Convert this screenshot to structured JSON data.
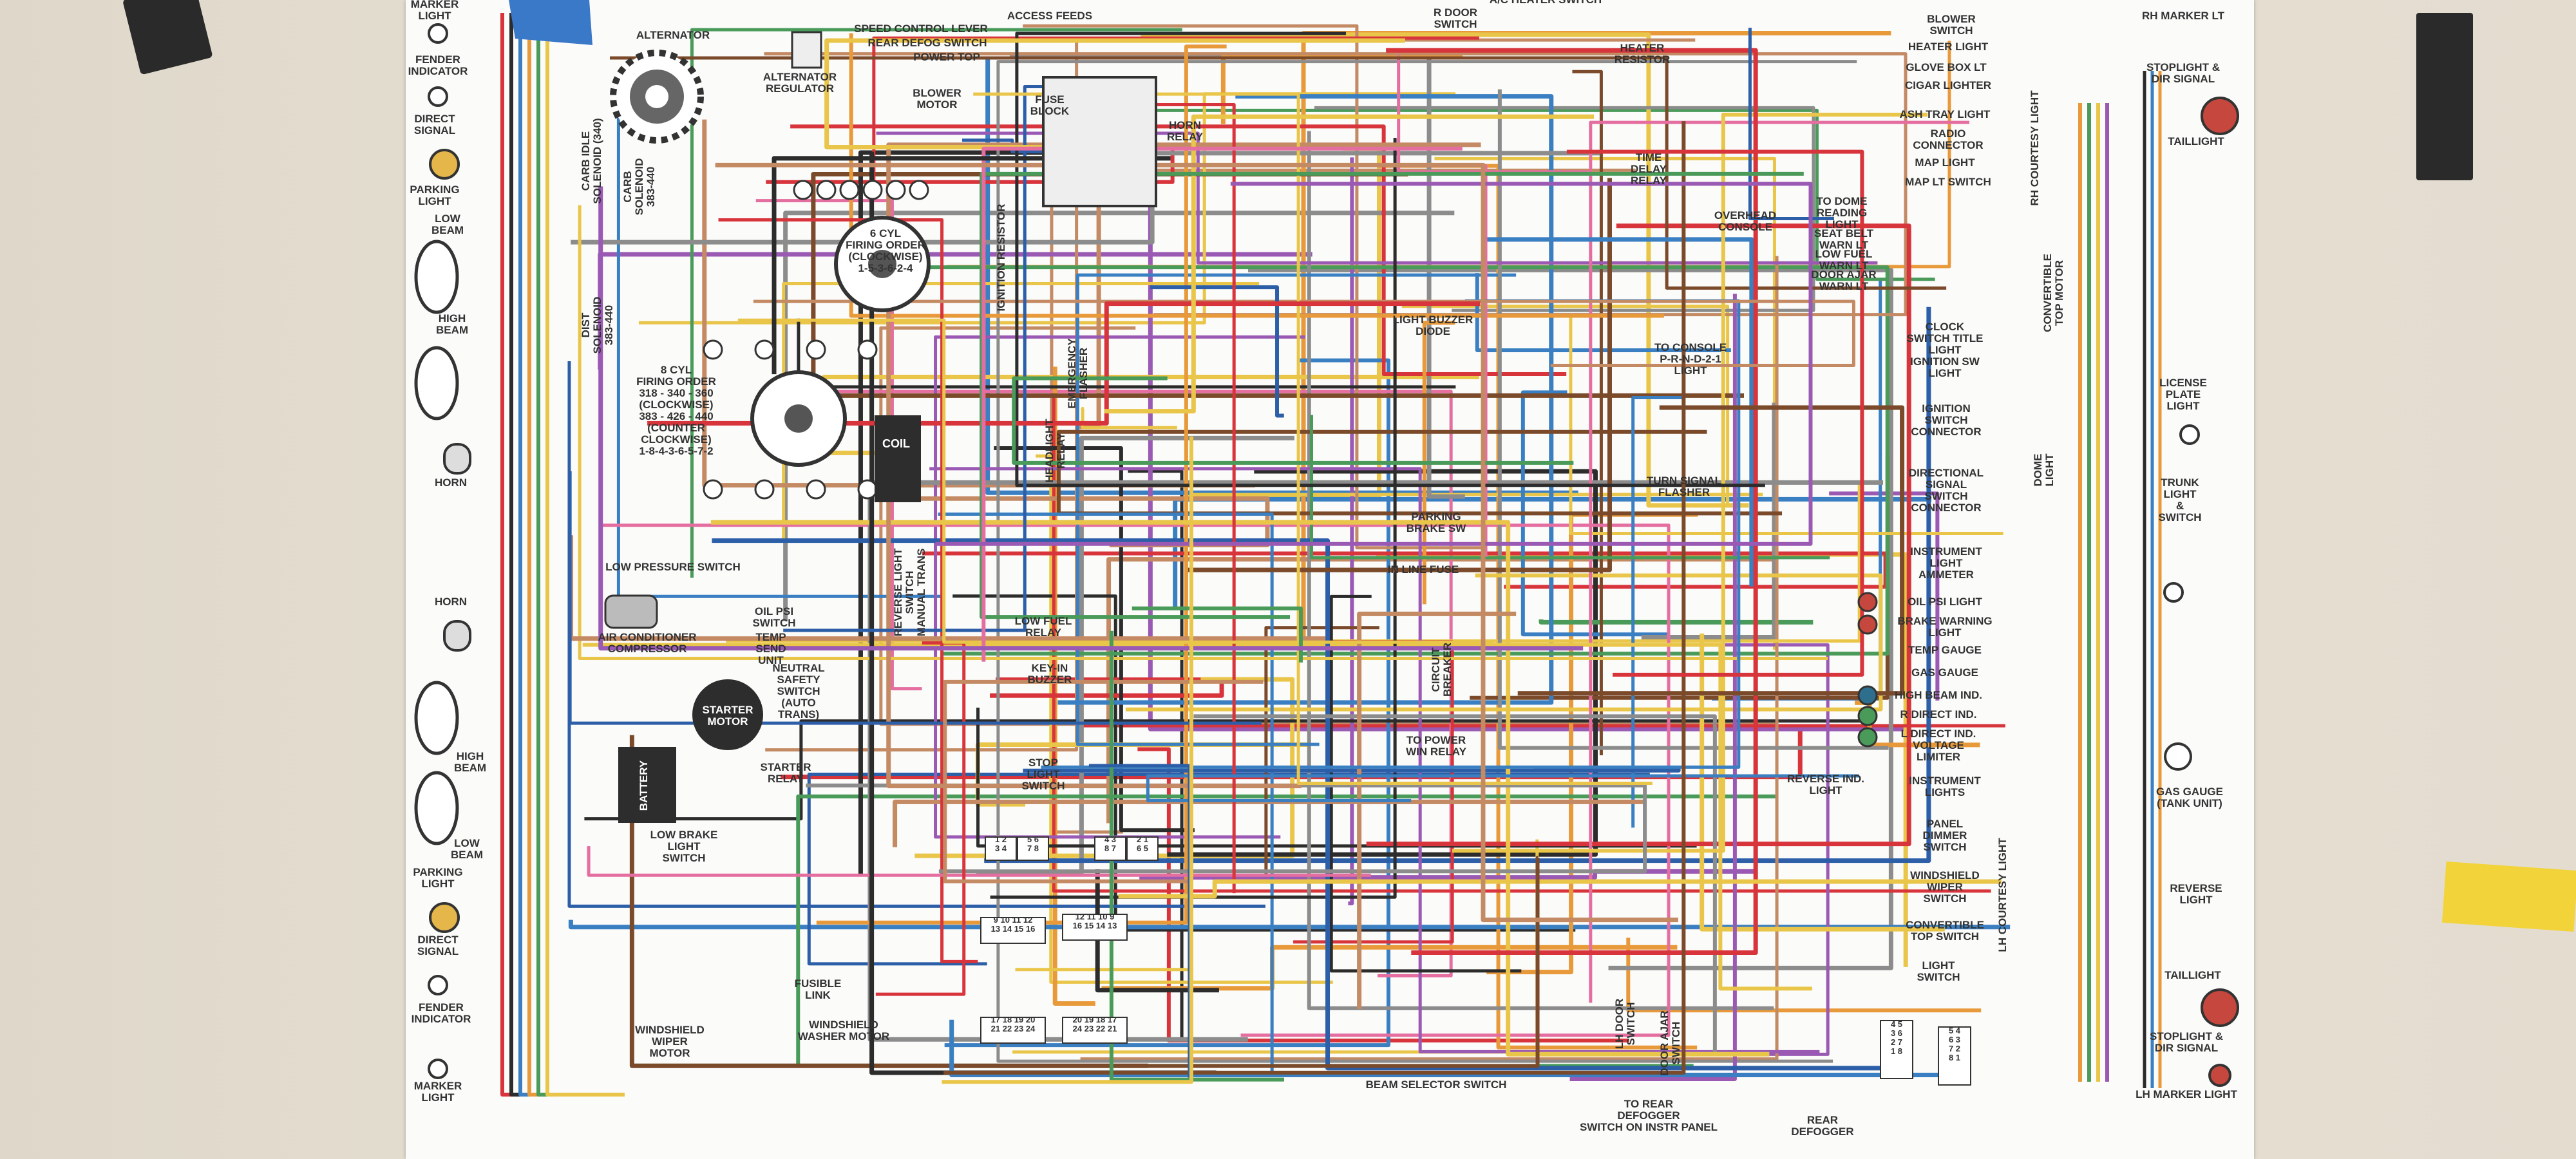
{
  "title": "Wiring Diagram",
  "colors": {
    "wall": "#e4ddd0",
    "poster": "#fbfbfa",
    "tape_black": "#2a2a2a",
    "tape_blue": "#3a78c8",
    "tape_yellow": "#f2d33a",
    "wire_colors": [
      "#d8343b",
      "#2c2c2c",
      "#3a7fc1",
      "#e89a3a",
      "#4a9a5a",
      "#e9c64a",
      "#9a5ab4",
      "#c48a64",
      "#8c8c8c",
      "#e56ea0",
      "#7a4a2a",
      "#2d5fa8"
    ]
  },
  "labels": {
    "left": {
      "marker_light_top": "MARKER\nLIGHT",
      "fender_indicator_top": "FENDER\nINDICATOR",
      "direct_signal_top": "DIRECT\nSIGNAL",
      "parking_light_top": "PARKING\nLIGHT",
      "low_beam_top": "LOW\nBEAM",
      "high_beam_top": "HIGH\nBEAM",
      "horn_1": "HORN",
      "horn_2": "HORN",
      "high_beam_bottom": "HIGH\nBEAM",
      "low_beam_bottom": "LOW\nBEAM",
      "parking_light_bottom": "PARKING\nLIGHT",
      "direct_signal_bottom": "DIRECT\nSIGNAL",
      "fender_indicator_bottom": "FENDER\nINDICATOR",
      "marker_light_bottom": "MARKER\nLIGHT"
    },
    "engine": {
      "alternator": "ALTERNATOR",
      "alternator_regulator": "ALTERNATOR\nREGULATOR",
      "carb_idle_solenoid": "CARB IDLE\nSOLENOID (340)",
      "carb_solenoid": "CARB\nSOLENOID\n383-440",
      "dist_solenoid": "DIST\nSOLENOID\n383-440",
      "six_cyl": "6 CYL\nFIRING ORDER\n(CLOCKWISE)\n1-5-3-6-2-4",
      "eight_cyl": "8 CYL\nFIRING ORDER\n318 - 340 - 360\n(CLOCKWISE)\n383 - 426 - 440\n(COUNTER\nCLOCKWISE)\n1-8-4-3-6-5-7-2",
      "coil": "COIL",
      "low_pressure_switch": "LOW PRESSURE SWITCH",
      "ac_compressor": "AIR CONDITIONER\nCOMPRESSOR",
      "oil_psi_switch": "OIL PSI\nSWITCH",
      "temp_send_unit": "TEMP\nSEND\nUNIT",
      "neutral_safety": "NEUTRAL\nSAFETY\nSWITCH\n(AUTO\nTRANS)",
      "reverse_light_switch": "REVERSE LIGHT\nSWITCH\nMANUAL TRANS",
      "starter_motor": "STARTER\nMOTOR",
      "battery": "BATTERY",
      "starter_relay": "STARTER\nRELAY",
      "low_brake_light": "LOW BRAKE\nLIGHT\nSWITCH",
      "fusible_link": "FUSIBLE\nLINK",
      "wiper_motor": "WINDSHIELD\nWIPER\nMOTOR",
      "washer_motor": "WINDSHIELD\nWASHER MOTOR"
    },
    "center": {
      "speed_control": "SPEED CONTROL LEVER",
      "rear_defog": "REAR DEFOG SWITCH",
      "power_top": "POWER TOP",
      "access_feeds": "ACCESS FEEDS",
      "blower_motor": "BLOWER\nMOTOR",
      "fuse_block": "FUSE\nBLOCK",
      "horn_relay": "HORN\nRELAY",
      "ignition_resistor": "IGNITION RESISTOR",
      "emergency_flasher": "EMERGENCY\nFLASHER",
      "headlight_relay": "HEADLIGHT\nRELAY",
      "low_fuel_relay": "LOW FUEL\nRELAY",
      "key_in_buzzer": "KEY-IN\nBUZZER",
      "stop_light_switch": "STOP\nLIGHT\nSWITCH",
      "r_door_switch": "R DOOR\nSWITCH",
      "ac_heater_switch": "A/C HEATER SWITCH",
      "heater_resistor": "HEATER\nRESISTOR",
      "time_delay_relay": "TIME\nDELAY\nRELAY",
      "light_buzzer_diode": "LIGHT BUZZER\nDIODE",
      "to_console": "TO CONSOLE\nP-R-N-D-2-1\nLIGHT",
      "turn_signal_flasher": "TURN SIGNAL\nFLASHER",
      "parking_brake_sw": "PARKING\nBRAKE SW",
      "in_line_fuse": "IN LINE FUSE",
      "circuit_breaker": "CIRCUIT\nBREAKER",
      "to_power_win": "TO POWER\nWIN RELAY",
      "beam_selector": "BEAM SELECTOR SWITCH",
      "lh_door_switch": "LH DOOR\nSWITCH",
      "door_ajar_switch": "DOOR AJAR\nSWITCH",
      "to_rear_defogger": "TO REAR\nDEFOGGER\nSWITCH ON INSTR PANEL",
      "rear_defogger": "REAR\nDEFOGGER",
      "reverse_ind": "REVERSE IND.\nLIGHT",
      "overhead_console": "OVERHEAD\nCONSOLE",
      "to_dome": "TO DOME\nREADING\nLIGHT"
    },
    "right": {
      "blower_switch": "BLOWER\nSWITCH",
      "heater_light": "HEATER LIGHT",
      "glove_box_lt": "GLOVE BOX LT",
      "cigar_lighter": "CIGAR LIGHTER",
      "ash_tray_light": "ASH TRAY LIGHT",
      "radio_connector": "RADIO\nCONNECTOR",
      "map_light": "MAP LIGHT",
      "map_lt_switch": "MAP LT SWITCH",
      "seat_belt_warn": "SEAT BELT\nWARN LT",
      "low_fuel_warn": "LOW FUEL\nWARN LT",
      "door_ajar_warn": "DOOR AJAR\nWARN LT",
      "clock": "CLOCK\nSWITCH TITLE\nLIGHT\nIGNITION SW\nLIGHT",
      "ignition_switch_connector": "IGNITION\nSWITCH\nCONNECTOR",
      "directional_signal": "DIRECTIONAL\nSIGNAL\nSWITCH\nCONNECTOR",
      "instrument_light": "INSTRUMENT\nLIGHT\nAMMETER",
      "oil_psi_light": "OIL PSI LIGHT",
      "brake_warning": "BRAKE WARNING\nLIGHT",
      "temp_gauge": "TEMP GAUGE",
      "gas_gauge": "GAS GAUGE",
      "high_beam_ind": "HIGH BEAM IND.",
      "r_direct_ind": "R DIRECT IND.",
      "l_direct_ind": "L DIRECT IND.\nVOLTAGE\nLIMITER",
      "instrument_lights": "INSTRUMENT\nLIGHTS",
      "panel_dimmer": "PANEL\nDIMMER\nSWITCH",
      "windshield_wiper_sw": "WINDSHIELD\nWIPER\nSWITCH",
      "convertible_top_sw": "CONVERTIBLE\nTOP SWITCH",
      "light_switch": "LIGHT\nSWITCH",
      "rh_courtesy": "RH COURTESY LIGHT",
      "lh_courtesy": "LH COURTESY LIGHT",
      "convertible_top_motor": "CONVERTIBLE\nTOP MOTOR",
      "dome_light": "DOME\nLIGHT",
      "rh_marker_lt": "RH MARKER LT",
      "stoplight_top": "STOPLIGHT &\nDIR SIGNAL",
      "taillight_top": "TAILLIGHT",
      "license_plate": "LICENSE\nPLATE\nLIGHT",
      "trunk_light": "TRUNK\nLIGHT\n&\nSWITCH",
      "gas_gauge_tank": "GAS GAUGE\n(TANK UNIT)",
      "reverse_light": "REVERSE\nLIGHT",
      "taillight_bottom": "TAILLIGHT",
      "stoplight_bottom": "STOPLIGHT &\nDIR SIGNAL",
      "lh_marker_light": "LH MARKER LIGHT"
    },
    "connectors": {
      "c1": "1 2\n3 4",
      "c2": "5 6\n7 8",
      "c3": "4 3\n8 7",
      "c4": "2 1\n6 5",
      "c5": "9 10 11 12\n13 14 15 16",
      "c6": "12 11 10 9\n16 15 14 13",
      "c7": "17 18 19 20\n21 22 23 24",
      "c8": "20 19 18 17\n24 23 22 21",
      "c9": "4 5\n3 6\n2 7\n1 8",
      "c10": "5 4\n6 3\n7 2\n8 1"
    }
  }
}
